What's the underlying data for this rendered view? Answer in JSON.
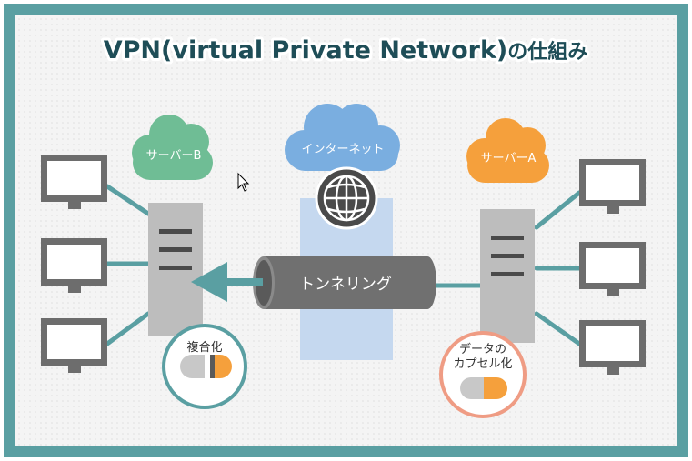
{
  "title": {
    "main": "VPN(virtual Private Network)",
    "suffix": "の仕組み"
  },
  "internet": {
    "label": "インターネット",
    "icon": "globe-icon"
  },
  "server_a": {
    "label": "サーバーA"
  },
  "server_b": {
    "label": "サーバーB"
  },
  "tunnel": {
    "label": "トンネリング"
  },
  "decrypt_badge": {
    "label": "複合化",
    "icon": "capsule-open-icon"
  },
  "encapsulate_badge": {
    "line1": "データの",
    "line2": "カプセル化",
    "icon": "capsule-closed-icon"
  },
  "monitors": {
    "left_count": 3,
    "right_count": 3,
    "icon": "monitor-icon"
  },
  "colors": {
    "frame": "#5a9fa2",
    "title": "#1e4d57",
    "cloud_internet": "#7aaee0",
    "cloud_server_a": "#f5a03c",
    "cloud_server_b": "#6fbd95",
    "tunnel": "#6f6f6f",
    "server": "#bdbdbd",
    "line": "#5a9fa2",
    "badge_a_ring": "#ef9c84",
    "badge_b_ring": "#5a9fa2",
    "capsule_orange": "#f5a03c"
  }
}
